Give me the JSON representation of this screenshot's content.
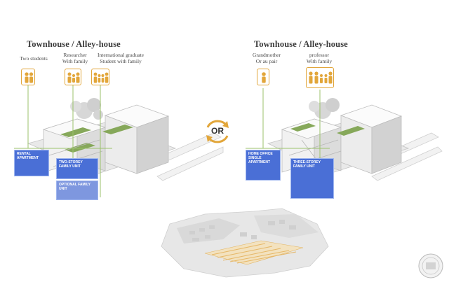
{
  "left": {
    "title": "Townhouse / Alley-house",
    "occupants": [
      {
        "label": "Two students",
        "icon": "two-persons-icon"
      },
      {
        "label": "Researcher\nWith family",
        "icon": "family-of-three-icon"
      },
      {
        "label": "International graduate\nStudent with family",
        "icon": "family-of-four-icon"
      }
    ],
    "units": [
      {
        "label": "RENTAL APARTMENT"
      },
      {
        "label": "TWO-STOREY FAMILY UNIT"
      },
      {
        "label": "OPTIONAL FAMILY UNIT"
      }
    ]
  },
  "right": {
    "title": "Townhouse / Alley-house",
    "occupants": [
      {
        "label": "Grandmother\nOr au pair",
        "icon": "single-person-icon"
      },
      {
        "label": "professor\nWith family",
        "icon": "extended-family-icon"
      }
    ],
    "units": [
      {
        "label": "HOME OFFICE SINGLE APARTMENT"
      },
      {
        "label": "THREE-STOREY FAMILY UNIT"
      }
    ]
  },
  "connector": {
    "label": "OR",
    "icon": "cycle-arrows-icon"
  },
  "colors": {
    "accent": "#e2a63a",
    "unit_blue": "#4a6fd6",
    "connector_line": "#9bc26b",
    "title": "#3a3a3a"
  }
}
